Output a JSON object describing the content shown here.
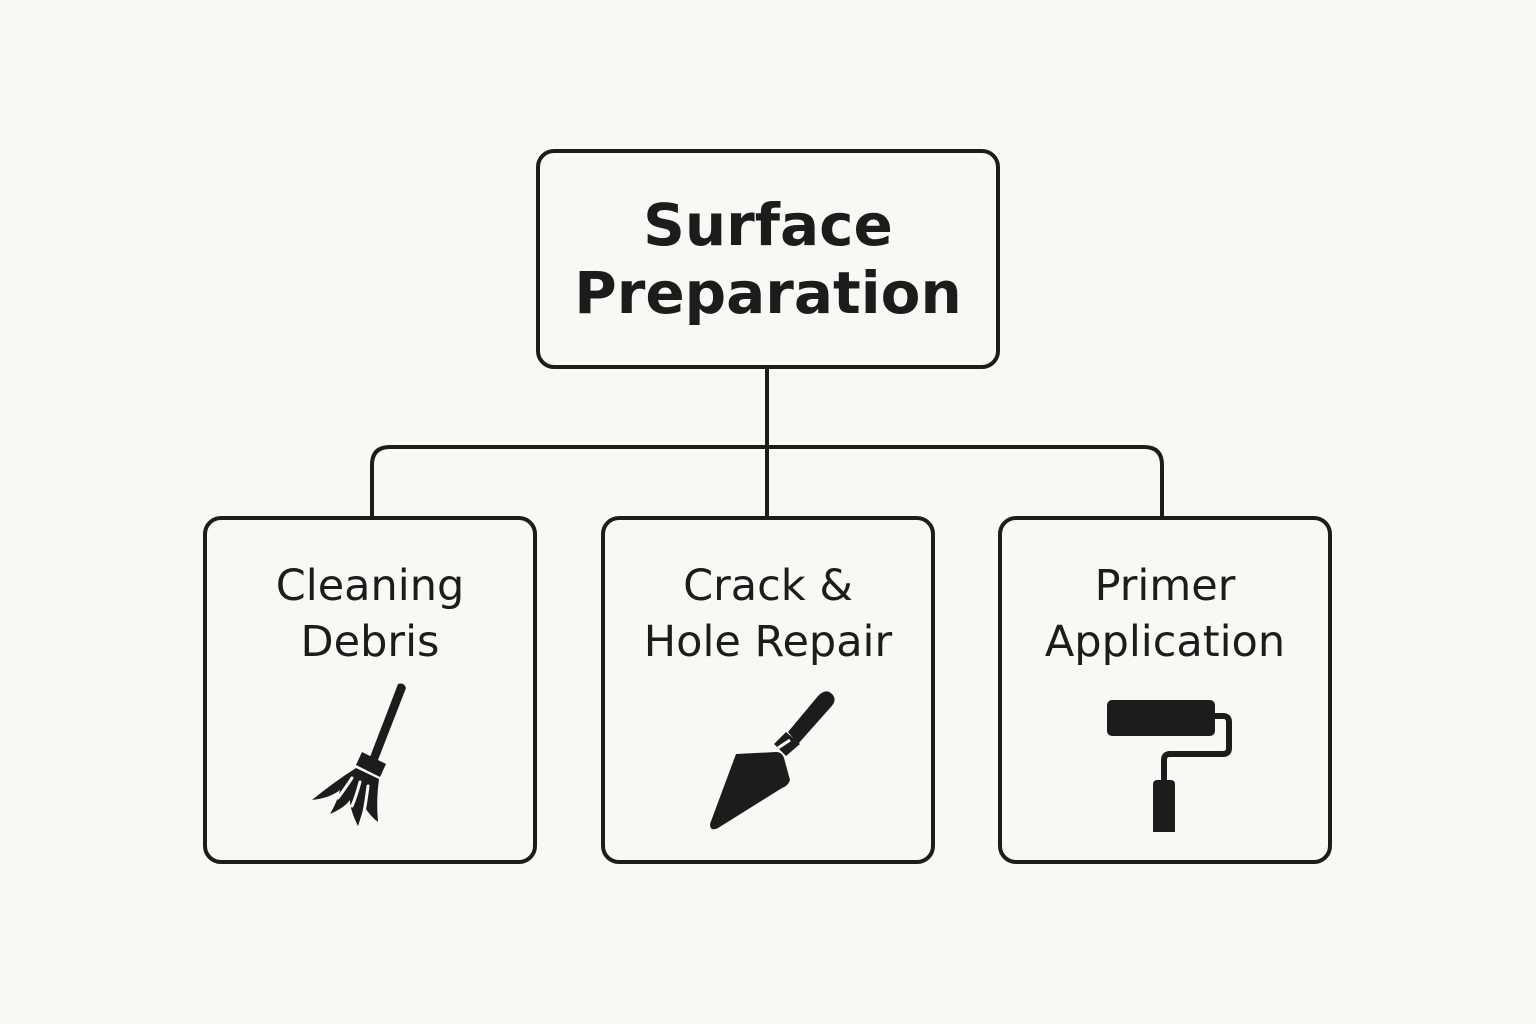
{
  "root": {
    "lines": [
      "Surface",
      "Preparation"
    ]
  },
  "children": [
    {
      "lines": [
        "Cleaning",
        "Debris"
      ],
      "icon": "broom-icon"
    },
    {
      "lines": [
        "Crack &",
        "Hole Repair"
      ],
      "icon": "trowel-icon"
    },
    {
      "lines": [
        "Primer",
        "Application"
      ],
      "icon": "paint-roller-icon"
    }
  ],
  "colors": {
    "background": "#faf8f5",
    "stroke": "#1c1c1c"
  }
}
